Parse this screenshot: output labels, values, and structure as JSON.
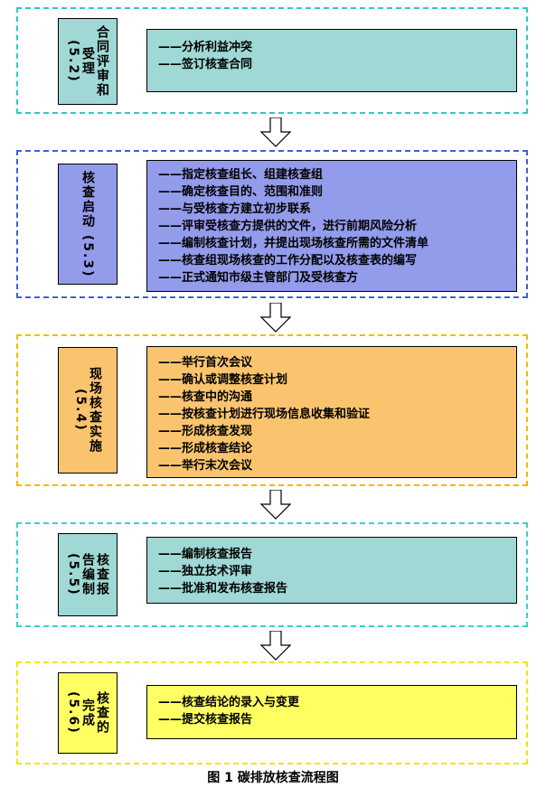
{
  "caption": "图 1 碳排放核查流程图",
  "stages": [
    {
      "id": "5.2",
      "title": "合同评审和受理 (5.2)",
      "label_lines": [
        "合同评审和",
        "受理 (5.2)"
      ],
      "items": [
        "——分析利益冲突",
        "——签订核查合同"
      ],
      "colors": {
        "fill": "#9FD8D4",
        "border": "#2FC8C8"
      }
    },
    {
      "id": "5.3",
      "title": "核查启动 (5.3)",
      "label_lines": [
        "核查启动 (5.3)"
      ],
      "items": [
        "——指定核查组长、组建核查组",
        "——确定核查目的、范围和准则",
        "——与受核查方建立初步联系",
        "——评审受核查方提供的文件，进行前期风险分析",
        "——编制核查计划，并提出现场核查所需的文件清单",
        "——核查组现场核查的工作分配以及核查表的编写",
        "——正式通知市级主管部门及受核查方"
      ],
      "colors": {
        "fill": "#939BEB",
        "border": "#3A62D8"
      }
    },
    {
      "id": "5.4",
      "title": "现场核查实施 (5.4)",
      "label_lines": [
        "现场核查实施 (5.4)"
      ],
      "items": [
        "——举行首次会议",
        "——确认或调整核查计划",
        "——核查中的沟通",
        "——按核查计划进行现场信息收集和验证",
        "——形成核查发现",
        "——形成核查结论",
        "——举行末次会议"
      ],
      "colors": {
        "fill": "#FAC46F",
        "border": "#F5B800"
      }
    },
    {
      "id": "5.5",
      "title": "核查报告编制 (5.5)",
      "label_lines": [
        "核查报",
        "告编制 (5.5)"
      ],
      "items": [
        "——编制核查报告",
        "——独立技术评审",
        "——批准和发布核查报告"
      ],
      "colors": {
        "fill": "#9FD8D4",
        "border": "#3BCFCF"
      }
    },
    {
      "id": "5.6",
      "title": "核查的完成 (5.6)",
      "label_lines": [
        "核查的",
        "完成 (5.6)"
      ],
      "items": [
        "——核查结论的录入与变更",
        "——提交核查报告"
      ],
      "colors": {
        "fill": "#FFFF63",
        "border": "#EFE600"
      }
    }
  ]
}
